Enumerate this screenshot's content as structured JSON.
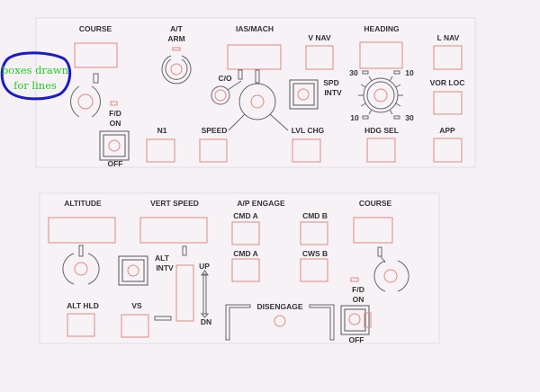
{
  "top_panel": {
    "course": "COURSE",
    "at_arm": [
      "A/T",
      "ARM"
    ],
    "ias_mach": "IAS/MACH",
    "c_o": "C/O",
    "v_nav": "V NAV",
    "spd_intv": [
      "SPD",
      "INTV"
    ],
    "heading": "HEADING",
    "heading_scale": [
      "30",
      "10",
      "10",
      "30"
    ],
    "l_nav": "L NAV",
    "vor_loc": "VOR LOC",
    "app": "APP",
    "fd_on": [
      "F/D",
      "ON"
    ],
    "off": "OFF",
    "n1": "N1",
    "speed": "SPEED",
    "lvl_chg": "LVL CHG",
    "hdg_sel": "HDG SEL"
  },
  "bottom_panel": {
    "altitude": "ALTITUDE",
    "vert_speed": "VERT SPEED",
    "ap_engage": "A/P ENGAGE",
    "course": "COURSE",
    "cmd_a_1": "CMD A",
    "cmd_b": "CMD B",
    "cmd_a_2": "CMD A",
    "cws_b": "CWS B",
    "alt_intv": [
      "ALT",
      "INTV"
    ],
    "up": "UP",
    "dn": "DN",
    "alt_hld": "ALT HLD",
    "vs": "VS",
    "disengage": "DISENGAGE",
    "fd_on": [
      "F/D",
      "ON"
    ],
    "off": "OFF"
  },
  "annotation": {
    "lines": [
      "boxes drawn",
      "for lines"
    ],
    "ellipse_color": "#1a1acc",
    "text_color": "#22cc22"
  }
}
